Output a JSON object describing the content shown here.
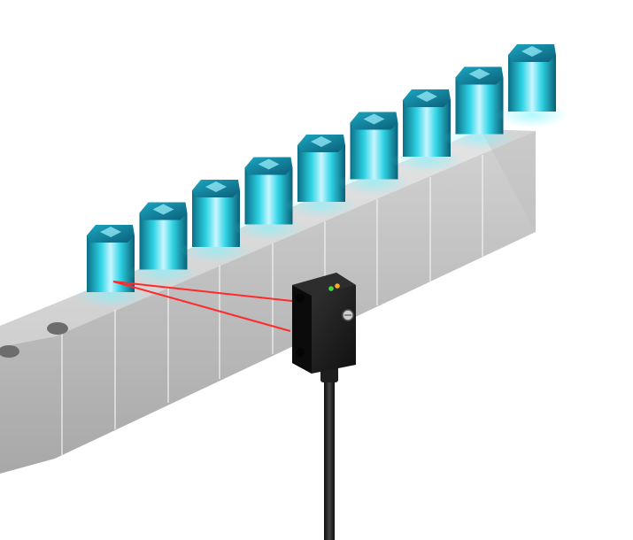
{
  "scene": {
    "subject": "photoelectric-sensor-detecting-vials",
    "vial_count": 9,
    "beam_count": 2,
    "indicator_count": 2,
    "colors": {
      "background": "#ffffff",
      "rail": "#c9c9c9",
      "vial": "#2fd4e6",
      "sensor": "#1c1c1c",
      "beam": "#ff2a2a",
      "indicator_green": "#44dd44",
      "indicator_orange": "#ffaa22",
      "cable": "#1a1a1a"
    }
  }
}
